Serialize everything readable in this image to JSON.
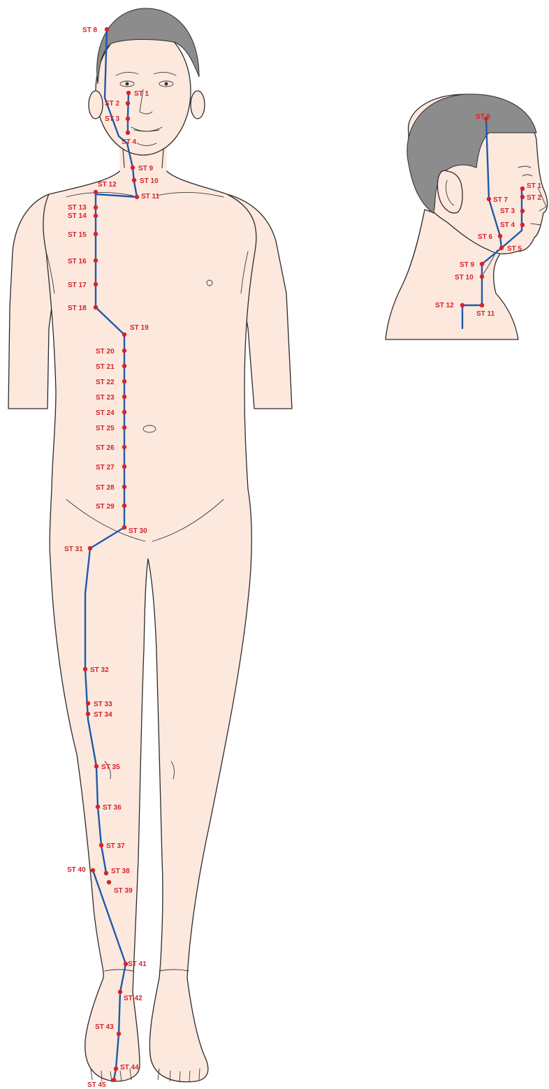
{
  "figure": {
    "colors": {
      "skin": "#fde8de",
      "hair": "#8c8c8c",
      "meridian": "#1e5aa8",
      "acupoint": "#d6232a",
      "outline": "#2b2b2b"
    },
    "front_view": {
      "labels": {
        "st8": "ST 8",
        "st1": "ST 1",
        "st2": "ST 2",
        "st3": "ST 3",
        "st4": "ST 4",
        "st9": "ST 9",
        "st10": "ST 10",
        "st11": "ST 11",
        "st12": "ST 12",
        "st13": "ST 13",
        "st14": "ST 14",
        "st15": "ST 15",
        "st16": "ST 16",
        "st17": "ST 17",
        "st18": "ST 18",
        "st19": "ST 19",
        "st20": "ST 20",
        "st21": "ST 21",
        "st22": "ST 22",
        "st23": "ST 23",
        "st24": "ST 24",
        "st25": "ST 25",
        "st26": "ST 26",
        "st27": "ST 27",
        "st28": "ST 28",
        "st29": "ST 29",
        "st30": "ST 30",
        "st31": "ST 31",
        "st32": "ST 32",
        "st33": "ST 33",
        "st34": "ST 34",
        "st35": "ST 35",
        "st36": "ST 36",
        "st37": "ST 37",
        "st38": "ST 38",
        "st39": "ST 39",
        "st40": "ST 40",
        "st41": "ST 41",
        "st42": "ST 42",
        "st43": "ST 43",
        "st44": "ST 44",
        "st45": "ST 45"
      }
    },
    "side_view": {
      "labels": {
        "st8": "ST 8",
        "st1": "ST 1",
        "st2": "ST 2",
        "st3": "ST 3",
        "st4": "ST 4",
        "st5": "ST 5",
        "st6": "ST 6",
        "st7": "ST 7",
        "st9": "ST 9",
        "st10": "ST 10",
        "st11": "ST 11",
        "st12": "ST 12"
      }
    }
  }
}
